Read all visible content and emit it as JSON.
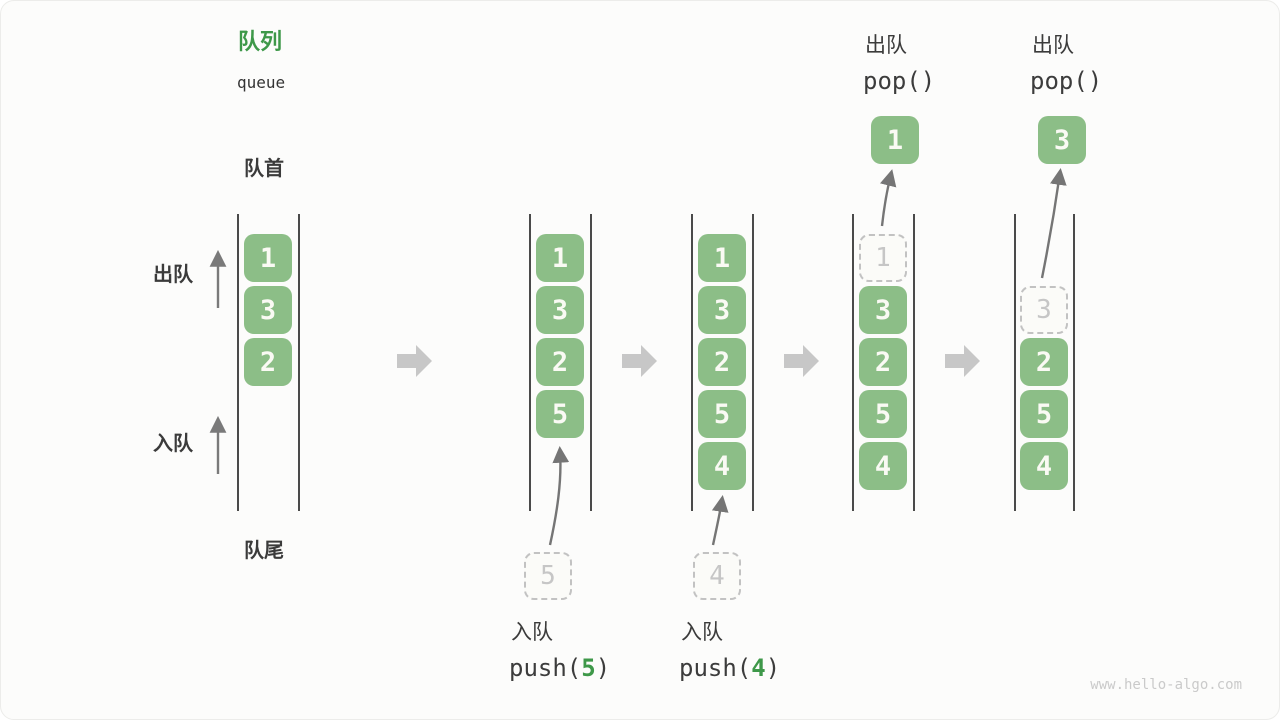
{
  "header": {
    "title_zh": "队列",
    "title_en": "queue"
  },
  "side_labels": {
    "front": "队首",
    "dequeue": "出队",
    "enqueue": "入队",
    "rear": "队尾"
  },
  "operations": {
    "enqueue5": {
      "label": "入队",
      "code_before": "push(",
      "arg": "5",
      "code_after": ")"
    },
    "enqueue4": {
      "label": "入队",
      "code_before": "push(",
      "arg": "4",
      "code_after": ")"
    },
    "dequeue1": {
      "label": "出队",
      "code": "pop()"
    },
    "dequeue2": {
      "label": "出队",
      "code": "pop()"
    }
  },
  "states": [
    {
      "boxes": [
        "1",
        "3",
        "2"
      ]
    },
    {
      "boxes": [
        "1",
        "3",
        "2",
        "5"
      ],
      "incoming": "5"
    },
    {
      "boxes": [
        "1",
        "3",
        "2",
        "5",
        "4"
      ],
      "incoming": "4"
    },
    {
      "boxes": [
        "3",
        "2",
        "5",
        "4"
      ],
      "removed": "1",
      "popped": "1"
    },
    {
      "boxes": [
        "2",
        "5",
        "4"
      ],
      "removed": "3",
      "popped": "3"
    }
  ],
  "watermark": "www.hello-algo.com",
  "colors": {
    "box_green": "#8CBE87",
    "accent_green": "#3E9849",
    "text_dark": "#3C3C3C",
    "ghost_gray": "#C6C6C6",
    "flow_arrow_gray": "#C7C7C7",
    "line_arrow_gray": "#757575",
    "watermark_gray": "#CACACA"
  }
}
